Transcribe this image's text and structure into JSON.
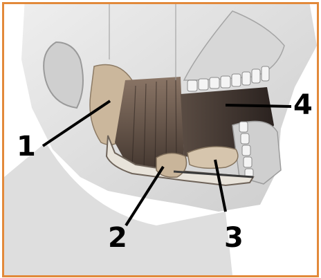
{
  "figure": {
    "frame_color": "#e2893a",
    "labels": [
      {
        "id": "1",
        "text": "1"
      },
      {
        "id": "2",
        "text": "2"
      },
      {
        "id": "3",
        "text": "3"
      },
      {
        "id": "4",
        "text": "4"
      }
    ]
  }
}
